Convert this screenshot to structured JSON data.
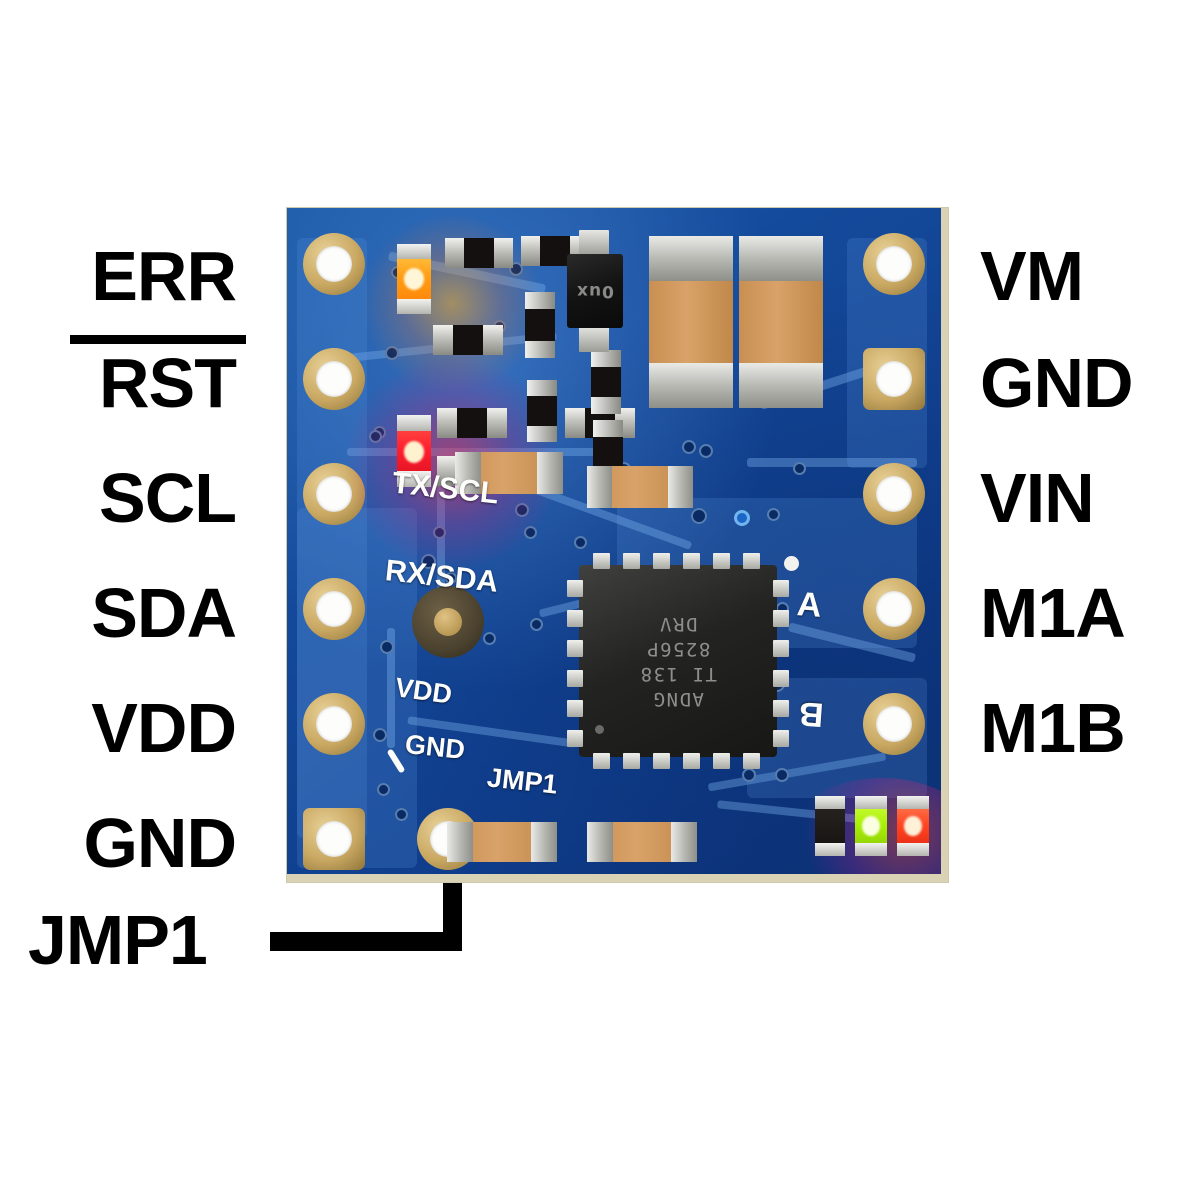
{
  "diagram": {
    "title": "Pololu DRV8256P motor driver carrier pinout",
    "board_color": "#12459a",
    "pad_color": "#c9a862",
    "label_color": "#000000"
  },
  "pins": {
    "left": [
      {
        "label": "ERR",
        "overline": false,
        "pad_shape": "round"
      },
      {
        "label": "RST",
        "overline": true,
        "pad_shape": "round"
      },
      {
        "label": "SCL",
        "overline": false,
        "pad_shape": "round"
      },
      {
        "label": "SDA",
        "overline": false,
        "pad_shape": "round"
      },
      {
        "label": "VDD",
        "overline": false,
        "pad_shape": "round"
      },
      {
        "label": "GND",
        "overline": false,
        "pad_shape": "square"
      },
      {
        "label": "JMP1",
        "overline": false,
        "pad_shape": "round"
      }
    ],
    "right": [
      {
        "label": "VM",
        "pad_shape": "round"
      },
      {
        "label": "GND",
        "pad_shape": "square"
      },
      {
        "label": "VIN",
        "pad_shape": "round"
      },
      {
        "label": "M1A",
        "pad_shape": "round"
      },
      {
        "label": "M1B",
        "pad_shape": "round"
      }
    ]
  },
  "silkscreen": [
    {
      "text": "TX/SCL"
    },
    {
      "text": "RX/SDA"
    },
    {
      "text": "VDD"
    },
    {
      "text": "GND"
    },
    {
      "text": "JMP1"
    },
    {
      "text": "A"
    },
    {
      "text": "B"
    }
  ],
  "ic": {
    "line1": "DRV",
    "line2": "8256P",
    "line3": "TI 138",
    "line4": "ADNG"
  },
  "transistor": {
    "marking": "0ux"
  },
  "leds": [
    {
      "name": "err-led",
      "color": "#ffa517",
      "state": "on"
    },
    {
      "name": "fault-led",
      "color": "#ff1133",
      "state": "on"
    },
    {
      "name": "aux-led",
      "color": "#161210",
      "state": "off"
    },
    {
      "name": "vdd-led",
      "color": "#b6ff16",
      "state": "on"
    },
    {
      "name": "vm-led",
      "color": "#ff4a22",
      "state": "on"
    }
  ]
}
